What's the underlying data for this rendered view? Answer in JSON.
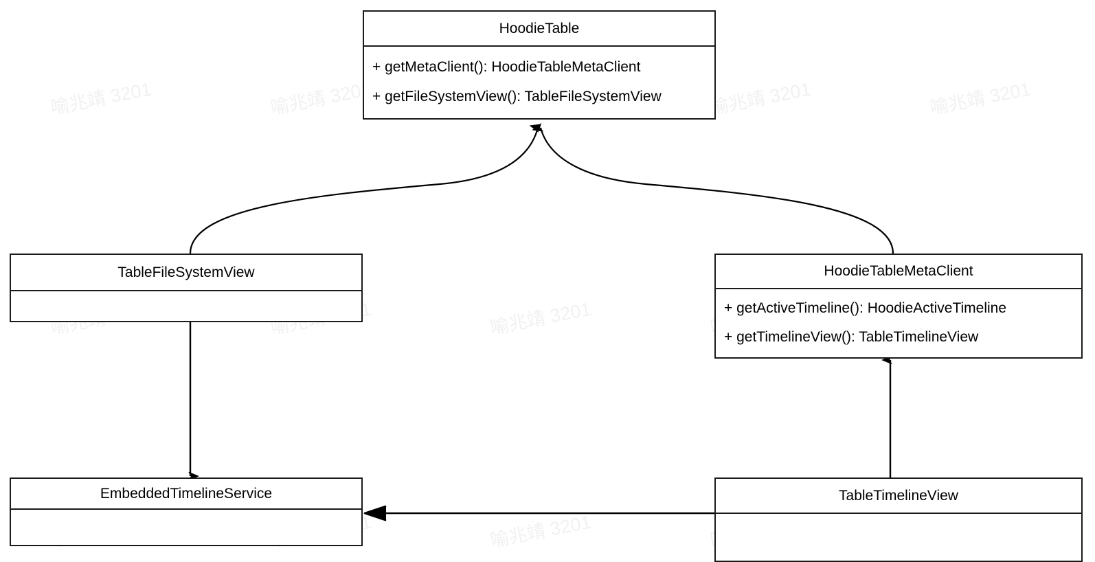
{
  "diagram": {
    "type": "uml-class-diagram",
    "background_color": "#ffffff",
    "line_color": "#1a1a1a",
    "text_color": "#000000",
    "watermark": {
      "text": "喻兆靖 3201",
      "color": "#f1f1f1"
    },
    "classes": [
      {
        "id": "hoodie-table",
        "name": "HoodieTable",
        "members": [
          "+ getMetaClient(): HoodieTableMetaClient",
          "+ getFileSystemView(): TableFileSystemView"
        ]
      },
      {
        "id": "table-file-system-view",
        "name": "TableFileSystemView",
        "members": []
      },
      {
        "id": "hoodie-table-meta-client",
        "name": "HoodieTableMetaClient",
        "members": [
          "+ getActiveTimeline(): HoodieActiveTimeline",
          "+ getTimelineView(): TableTimelineView"
        ]
      },
      {
        "id": "embedded-timeline-service",
        "name": "EmbeddedTimelineService",
        "members": []
      },
      {
        "id": "table-timeline-view",
        "name": "TableTimelineView",
        "members": []
      }
    ],
    "edges": [
      {
        "id": "edge-tfsv-to-hoodie-table",
        "from": "table-file-system-view",
        "to": "hoodie-table",
        "style": "curved",
        "arrowhead": "filled-triangle"
      },
      {
        "id": "edge-htmc-to-hoodie-table",
        "from": "hoodie-table-meta-client",
        "to": "hoodie-table",
        "style": "curved",
        "arrowhead": "filled-triangle"
      },
      {
        "id": "edge-tfsv-to-ets",
        "from": "table-file-system-view",
        "to": "embedded-timeline-service",
        "style": "straight-vertical",
        "arrowhead": "filled-triangle"
      },
      {
        "id": "edge-ttv-to-htmc",
        "from": "table-timeline-view",
        "to": "hoodie-table-meta-client",
        "style": "straight-vertical",
        "arrowhead": "filled-triangle"
      },
      {
        "id": "edge-ttv-to-ets",
        "from": "table-timeline-view",
        "to": "embedded-timeline-service",
        "style": "straight-horizontal",
        "arrowhead": "open-line"
      }
    ]
  }
}
